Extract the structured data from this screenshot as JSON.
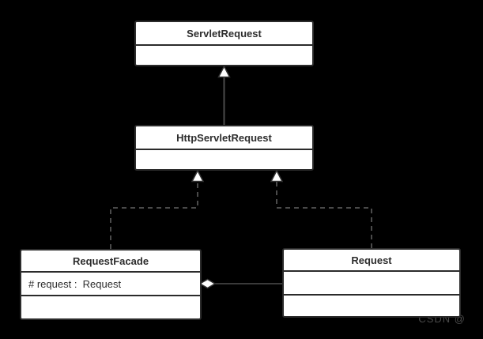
{
  "diagram": {
    "type": "uml-class-diagram",
    "colors": {
      "background": "#000000",
      "box_fill": "#ffffff",
      "box_border": "#2b2b2b",
      "connector_line": "#4a4a4a",
      "arrowhead_fill": "#ffffff",
      "text": "#2d2d2d",
      "watermark": "#4a4a4a"
    },
    "classes": {
      "servlet_request": {
        "name": "ServletRequest"
      },
      "http_servlet_request": {
        "name": "HttpServletRequest"
      },
      "request_facade": {
        "name": "RequestFacade",
        "attribute": "# request :  Request"
      },
      "request": {
        "name": "Request"
      }
    },
    "relationships": [
      {
        "type": "generalization",
        "from": "HttpServletRequest",
        "to": "ServletRequest",
        "line": "solid",
        "marker": "hollow-triangle"
      },
      {
        "type": "realization",
        "from": "RequestFacade",
        "to": "HttpServletRequest",
        "line": "dashed",
        "marker": "hollow-triangle"
      },
      {
        "type": "realization",
        "from": "Request",
        "to": "HttpServletRequest",
        "line": "dashed",
        "marker": "hollow-triangle"
      },
      {
        "type": "aggregation",
        "from": "RequestFacade",
        "to": "Request",
        "line": "solid",
        "marker": "hollow-diamond"
      }
    ],
    "watermark": "CSDN @"
  }
}
